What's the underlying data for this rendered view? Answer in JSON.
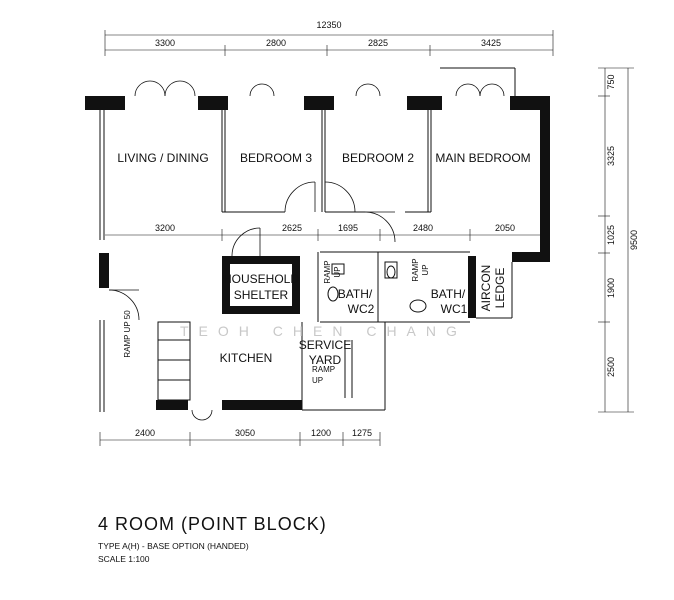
{
  "dimensions": {
    "overall_width": "12350",
    "top": [
      "3300",
      "2800",
      "2825",
      "3425"
    ],
    "mid": [
      "3200",
      "2625",
      "1695",
      "2480",
      "2050"
    ],
    "bottom": [
      "2400",
      "3050",
      "1200",
      "1275"
    ],
    "overall_height": "9500",
    "right": [
      "750",
      "3325",
      "1025",
      "1900",
      "2500"
    ]
  },
  "rooms": {
    "living_dining": "LIVING / DINING",
    "bedroom3": "BEDROOM 3",
    "bedroom2": "BEDROOM 2",
    "main_bedroom": "MAIN BEDROOM",
    "household_shelter_1": "HOUSEHOLD",
    "household_shelter_2": "SHELTER",
    "kitchen": "KITCHEN",
    "service_yard_1": "SERVICE",
    "service_yard_2": "YARD",
    "bath_wc2_1": "BATH/",
    "bath_wc2_2": "WC2",
    "bath_wc1_1": "BATH/",
    "bath_wc1_2": "WC1",
    "aircon_1": "AIRCON",
    "aircon_2": "LEDGE"
  },
  "annotations": {
    "ramp": "RAMP",
    "up": "UP",
    "ramp_up_50": "RAMP UP 50"
  },
  "watermark": "TEOH CHEN CHANG",
  "title": {
    "main": "4 ROOM (POINT BLOCK)",
    "type": "TYPE A(H) - BASE OPTION (HANDED)",
    "scale": "SCALE 1:100"
  }
}
